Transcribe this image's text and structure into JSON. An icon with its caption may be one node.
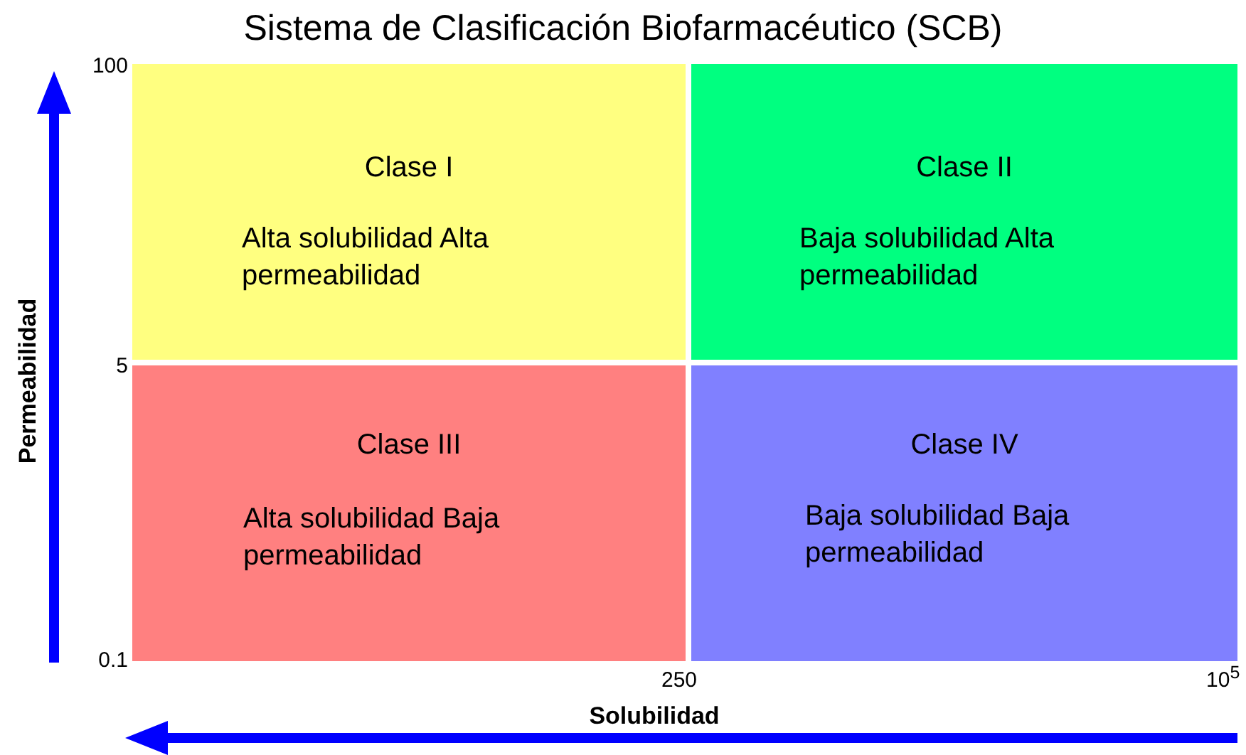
{
  "diagram": {
    "title": "Sistema de Clasificación Biofarmacéutico (SCB)",
    "nodes": [
      {
        "text": [
          "Clase I",
          "Alta solubilidad Alta permeabilidad"
        ]
      },
      {
        "text": [
          "Clase II",
          "Baja solubilidad Alta permeabilidad"
        ]
      },
      {
        "text": [
          "Clase III",
          "Alta solubilidad Baja permeabilidad"
        ]
      },
      {
        "text": [
          "Clase IV",
          "Baja solubilidad Baja permeabilidad"
        ]
      }
    ],
    "labels": [
      "100",
      "5",
      "0.1",
      "250",
      "10$^{5}$",
      "Permeabilidad",
      "Solubilidad"
    ]
  }
}
